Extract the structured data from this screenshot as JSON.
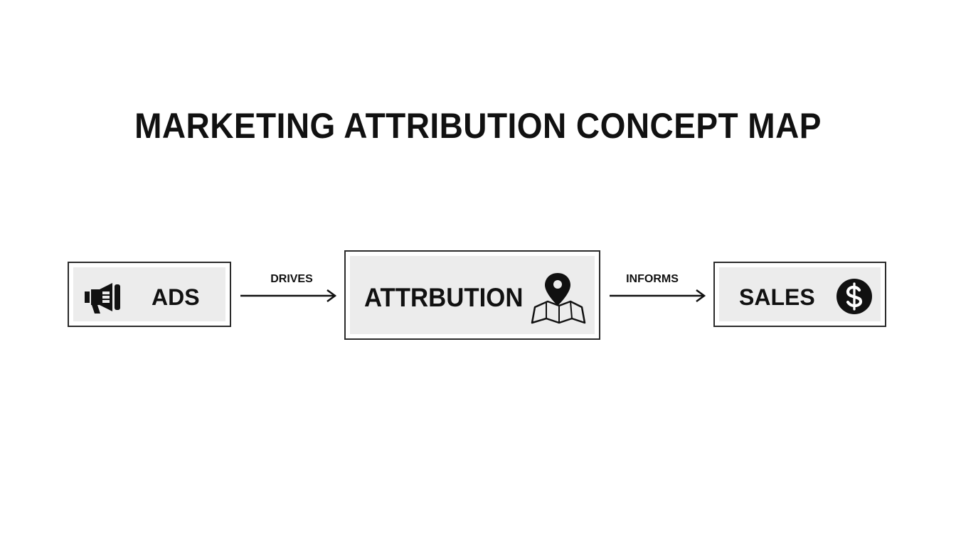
{
  "title": "MARKETING ATTRIBUTION CONCEPT MAP",
  "nodes": [
    {
      "id": "ads",
      "label": "ADS",
      "icon": "megaphone-icon"
    },
    {
      "id": "attribution",
      "label": "ATTRBUTION",
      "icon": "map-pin-icon"
    },
    {
      "id": "sales",
      "label": "SALES",
      "icon": "dollar-coin-icon"
    }
  ],
  "edges": [
    {
      "from": "ads",
      "to": "attribution",
      "label": "DRIVES"
    },
    {
      "from": "attribution",
      "to": "sales",
      "label": "INFORMS"
    }
  ],
  "colors": {
    "background": "#ffffff",
    "stroke": "#2a2a2a",
    "node_fill": "#ececec",
    "text": "#111111"
  }
}
